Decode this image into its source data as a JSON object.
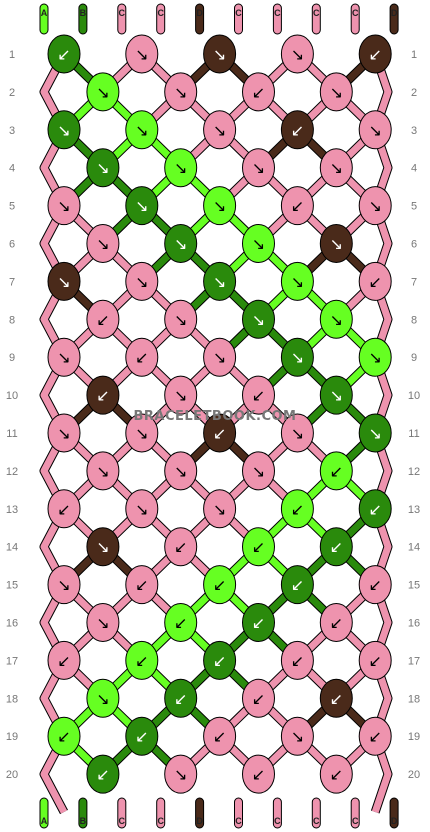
{
  "colors": {
    "A": "#66ff22",
    "B": "#2a8a0c",
    "C": "#ee93ae",
    "D": "#4a2a1a",
    "outline": "#000000",
    "text": "#777777"
  },
  "watermark": "BRACELETBOOK.COM",
  "strings": {
    "top": [
      "A",
      "B",
      "C",
      "C",
      "D",
      "C",
      "C",
      "C",
      "C",
      "D"
    ],
    "bottom": [
      "A",
      "B",
      "C",
      "C",
      "D",
      "C",
      "C",
      "C",
      "C",
      "D"
    ]
  },
  "row_labels": [
    "1",
    "2",
    "3",
    "4",
    "5",
    "6",
    "7",
    "8",
    "9",
    "10",
    "11",
    "12",
    "13",
    "14",
    "15",
    "16",
    "17",
    "18",
    "19",
    "20"
  ],
  "knots": [
    [
      [
        "B",
        "↙"
      ],
      [
        "C",
        "↘"
      ],
      [
        "D",
        "↘"
      ],
      [
        "C",
        "↘"
      ],
      [
        "D",
        "↙"
      ]
    ],
    [
      [
        "A",
        "↘"
      ],
      [
        "C",
        "↘"
      ],
      [
        "C",
        "↙"
      ],
      [
        "C",
        "↘"
      ]
    ],
    [
      [
        "B",
        "↘"
      ],
      [
        "A",
        "↘"
      ],
      [
        "C",
        "↘"
      ],
      [
        "D",
        "↙"
      ],
      [
        "C",
        "↘"
      ]
    ],
    [
      [
        "B",
        "↘"
      ],
      [
        "A",
        "↘"
      ],
      [
        "C",
        "↘"
      ],
      [
        "C",
        "↘"
      ]
    ],
    [
      [
        "C",
        "↘"
      ],
      [
        "B",
        "↘"
      ],
      [
        "A",
        "↘"
      ],
      [
        "C",
        "↙"
      ],
      [
        "C",
        "↘"
      ]
    ],
    [
      [
        "C",
        "↘"
      ],
      [
        "B",
        "↘"
      ],
      [
        "A",
        "↘"
      ],
      [
        "D",
        "↘"
      ]
    ],
    [
      [
        "D",
        "↘"
      ],
      [
        "C",
        "↘"
      ],
      [
        "B",
        "↘"
      ],
      [
        "A",
        "↘"
      ],
      [
        "C",
        "↙"
      ]
    ],
    [
      [
        "C",
        "↙"
      ],
      [
        "C",
        "↘"
      ],
      [
        "B",
        "↘"
      ],
      [
        "A",
        "↘"
      ]
    ],
    [
      [
        "C",
        "↘"
      ],
      [
        "C",
        "↙"
      ],
      [
        "C",
        "↘"
      ],
      [
        "B",
        "↘"
      ],
      [
        "A",
        "↘"
      ]
    ],
    [
      [
        "D",
        "↙"
      ],
      [
        "C",
        "↘"
      ],
      [
        "C",
        "↙"
      ],
      [
        "B",
        "↘"
      ]
    ],
    [
      [
        "C",
        "↘"
      ],
      [
        "C",
        "↘"
      ],
      [
        "D",
        "↙"
      ],
      [
        "C",
        "↘"
      ],
      [
        "B",
        "↘"
      ]
    ],
    [
      [
        "C",
        "↘"
      ],
      [
        "C",
        "↘"
      ],
      [
        "C",
        "↘"
      ],
      [
        "A",
        "↙"
      ]
    ],
    [
      [
        "C",
        "↙"
      ],
      [
        "C",
        "↘"
      ],
      [
        "C",
        "↘"
      ],
      [
        "A",
        "↙"
      ],
      [
        "B",
        "↙"
      ]
    ],
    [
      [
        "D",
        "↘"
      ],
      [
        "C",
        "↙"
      ],
      [
        "A",
        "↙"
      ],
      [
        "B",
        "↙"
      ]
    ],
    [
      [
        "C",
        "↘"
      ],
      [
        "C",
        "↙"
      ],
      [
        "A",
        "↙"
      ],
      [
        "B",
        "↙"
      ],
      [
        "C",
        "↙"
      ]
    ],
    [
      [
        "C",
        "↘"
      ],
      [
        "A",
        "↙"
      ],
      [
        "B",
        "↙"
      ],
      [
        "C",
        "↙"
      ]
    ],
    [
      [
        "C",
        "↙"
      ],
      [
        "A",
        "↙"
      ],
      [
        "B",
        "↙"
      ],
      [
        "C",
        "↙"
      ],
      [
        "C",
        "↙"
      ]
    ],
    [
      [
        "A",
        "↘"
      ],
      [
        "B",
        "↙"
      ],
      [
        "C",
        "↙"
      ],
      [
        "D",
        "↙"
      ]
    ],
    [
      [
        "A",
        "↙"
      ],
      [
        "B",
        "↙"
      ],
      [
        "C",
        "↙"
      ],
      [
        "C",
        "↘"
      ],
      [
        "C",
        "↙"
      ]
    ],
    [
      [
        "B",
        "↙"
      ],
      [
        "C",
        "↘"
      ],
      [
        "C",
        "↙"
      ],
      [
        "C",
        "↙"
      ]
    ]
  ]
}
